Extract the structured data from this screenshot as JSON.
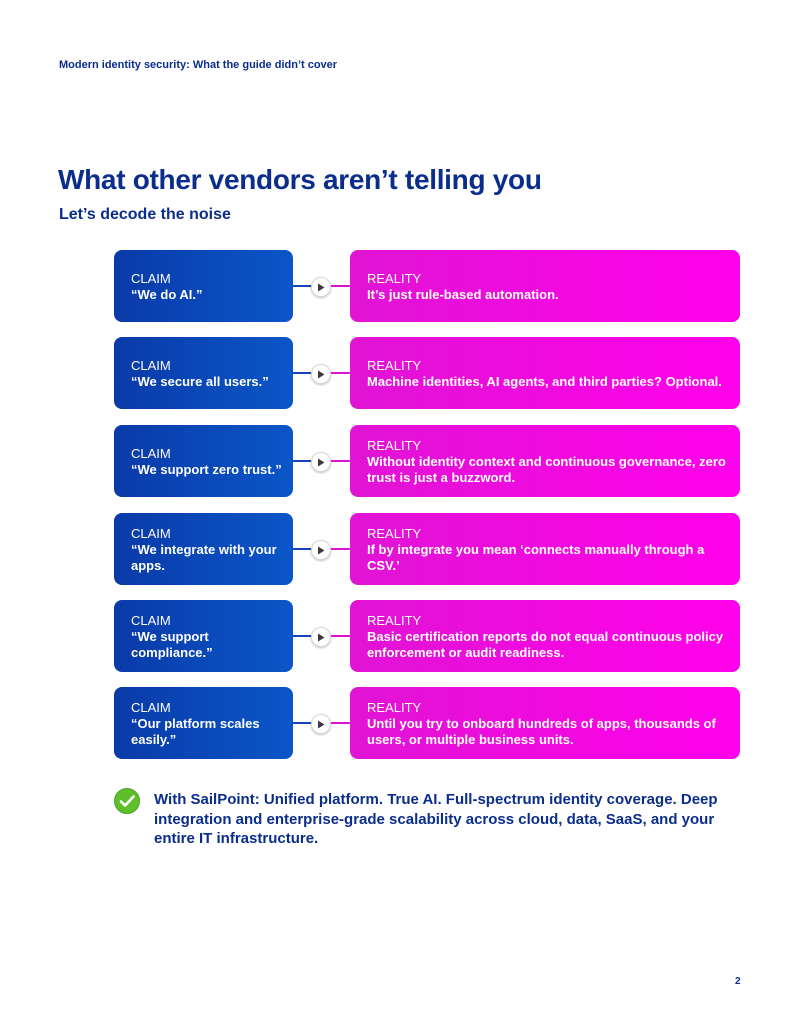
{
  "header": {
    "running_title": "Modern identity security: What the guide didn’t cover"
  },
  "main": {
    "title": "What other vendors aren’t telling you",
    "subtitle": "Let’s decode the noise",
    "rows": [
      {
        "claim_label": "CLAIM",
        "claim": "“We do AI.”",
        "reality_label": "REALITY",
        "reality": "It’s just rule-based automation."
      },
      {
        "claim_label": "CLAIM",
        "claim": "“We secure all users.”",
        "reality_label": "REALITY",
        "reality": "Machine identities, AI agents, and third parties? Optional."
      },
      {
        "claim_label": "CLAIM",
        "claim": "“We support zero trust.”",
        "reality_label": "REALITY",
        "reality": "Without identity context and continuous governance, zero trust is just a buzzword."
      },
      {
        "claim_label": "CLAIM",
        "claim": "“We integrate with your apps.",
        "reality_label": "REALITY",
        "reality": "If by integrate you mean ‘connects manually through a CSV.’"
      },
      {
        "claim_label": "CLAIM",
        "claim": "“We support compliance.”",
        "reality_label": "REALITY",
        "reality": "Basic certification reports do not equal continuous policy enforcement or audit readiness."
      },
      {
        "claim_label": "CLAIM",
        "claim": "“Our platform scales easily.”",
        "reality_label": "REALITY",
        "reality": "Until you try to onboard hundreds of apps, thousands of users, or multiple business units."
      }
    ],
    "footer_note": "With SailPoint: Unified platform. True AI. Full-spectrum identity coverage. Deep integration and enterprise-grade scalability across cloud, data, SaaS, and your entire IT infrastructure."
  },
  "page_number": "2",
  "colors": {
    "brand_navy": "#0b2d8c",
    "claim_blue": "#0a4ab8",
    "reality_magenta": "#f005e6",
    "check_green": "#5fbf2a"
  },
  "icons": {
    "connector": "play-icon",
    "footer": "check-circle-icon"
  }
}
